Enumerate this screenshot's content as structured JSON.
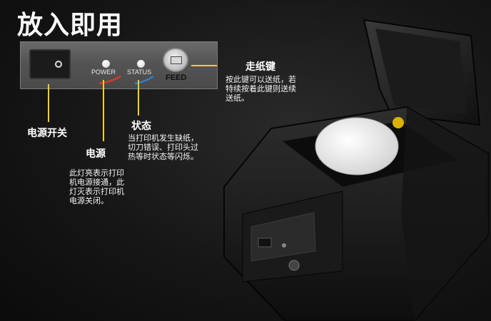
{
  "header": {
    "title": "放入即用"
  },
  "panel": {
    "power_label": "POWER",
    "status_label": "STATUS",
    "feed_label": "FEED"
  },
  "callouts": {
    "feed": {
      "title": "走纸键",
      "desc": "按此键可以送纸，若\n特续按着此键则送续\n送纸。"
    },
    "switch": {
      "title": "电源开关"
    },
    "status": {
      "title": "状态",
      "desc": "当打印机发生缺纸，\n切刀错误、打印头过\n热等时状态等闪烁。"
    },
    "power": {
      "title": "电源",
      "desc": "此灯亮表示打印\n机电源接通，此\n灯灭表示打印机\n电源关闭。"
    }
  },
  "colors": {
    "callout_line": "#f2d21b",
    "power_arc": "#d63a2a",
    "status_arc": "#2f7fd4"
  },
  "icons": {
    "switch": "rocker-switch-icon",
    "feed": "printer-icon"
  }
}
